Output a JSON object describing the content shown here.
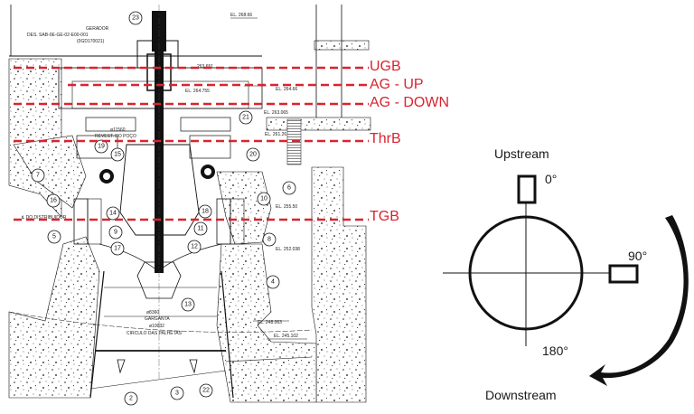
{
  "drawing": {
    "title_block": {
      "line1": "GERADOR",
      "line2": "DES. SAB-0E-GE-02-E00-001",
      "line3": "(0GD170021)"
    },
    "elevations": [
      "EL. 268.66",
      "263.651",
      "EL. 264.755",
      "EL. 264.66",
      "EL. 263.065",
      "EL. 261.26",
      "EL. 255.50",
      "EL. 252.038",
      "EL. 248.063",
      "EL. 245.102"
    ],
    "annotations": {
      "revest": "ø11560",
      "revest_label": "REVEST. DO POÇO",
      "distribuidor": "℄ DO DISTRIBUIDOR",
      "garganta_dim": "ø8360",
      "garganta": "GARGANTA",
      "circulo_dim": "ø10032",
      "circulo": "CIRCULO DAS PALHETAS"
    },
    "callouts": [
      "23",
      "21",
      "19",
      "15",
      "20",
      "7",
      "16",
      "14",
      "18",
      "10",
      "6",
      "5",
      "9",
      "11",
      "17",
      "12",
      "8",
      "4",
      "13",
      "2",
      "3",
      "22"
    ],
    "sensor_planes": [
      {
        "label": "UGB",
        "color": "#d9242f"
      },
      {
        "label": "AG - UP",
        "color": "#d9242f"
      },
      {
        "label": "AG - DOWN",
        "color": "#d9242f"
      },
      {
        "label": "ThrB",
        "color": "#d9242f"
      },
      {
        "label": "TGB",
        "color": "#d9242f"
      }
    ]
  },
  "orientation": {
    "upstream": "Upstream",
    "downstream": "Downstream",
    "angle_0": "0°",
    "angle_90": "90°",
    "angle_180": "180°",
    "rotation_arrow": "clockwise-arrow"
  }
}
